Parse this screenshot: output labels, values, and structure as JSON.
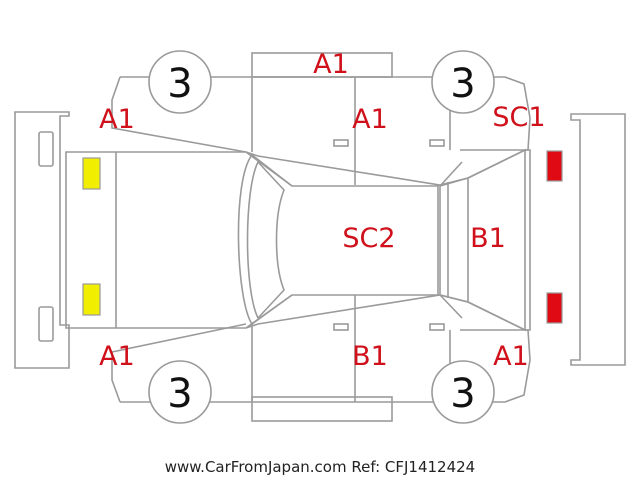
{
  "tires": [
    "3",
    "3",
    "3",
    "3"
  ],
  "damage_codes": {
    "roof": "A1",
    "front_left_fender": "A1",
    "front_left_door": "A1",
    "rear_right_fender": "SC1",
    "hood": "SC2",
    "trunk": "B1",
    "front_right_fender": "A1",
    "front_right_door": "B1",
    "rear_left_fender": "A1"
  },
  "colors": {
    "outline": "#9a9a9a",
    "damage_text": "#d0101a",
    "headlight": "#f2ee00",
    "taillight": "#e00a14"
  },
  "footer": {
    "text": "www.CarFromJapan.com Ref: CFJ1412424"
  }
}
